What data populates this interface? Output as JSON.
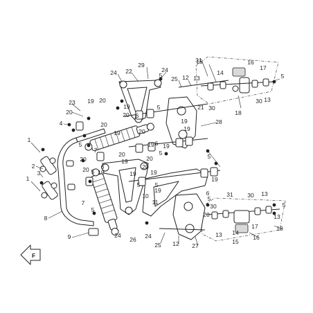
{
  "diagram": {
    "callouts": [
      "1",
      "2",
      "3",
      "4",
      "5",
      "6",
      "7",
      "8",
      "9",
      "10",
      "11",
      "12",
      "13",
      "14",
      "15",
      "16",
      "17",
      "18",
      "19",
      "20",
      "21",
      "22",
      "23",
      "24",
      "25",
      "26",
      "27",
      "28",
      "29",
      "30",
      "31"
    ],
    "orientation_arrow_text": "F"
  },
  "colors": {
    "ink": "#231f20",
    "background": "#ffffff",
    "shade": "#d9d9d9"
  },
  "icons": {
    "direction": "front-direction-arrow-icon"
  }
}
